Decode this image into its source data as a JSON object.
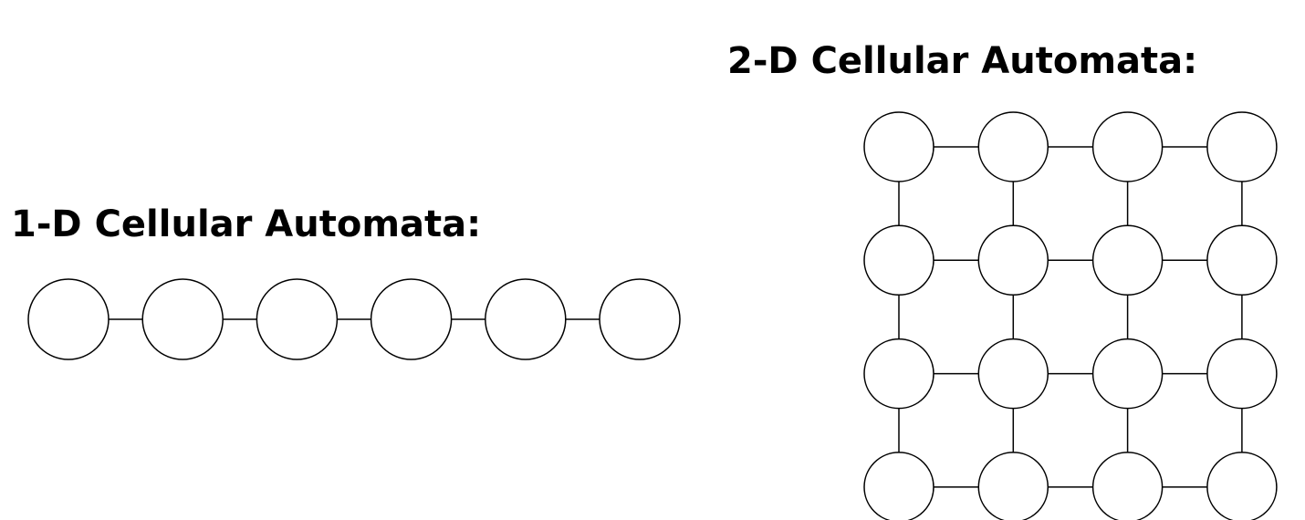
{
  "titles": {
    "one_d": "1-D Cellular Automata:",
    "two_d": "2-D Cellular Automata:"
  },
  "one_d_automaton": {
    "cell_count": 6
  },
  "two_d_automaton": {
    "rows": 4,
    "columns": 4
  },
  "colors": {
    "stroke": "#000000",
    "cell_fill": "#ffffff",
    "background": "#ffffff"
  }
}
